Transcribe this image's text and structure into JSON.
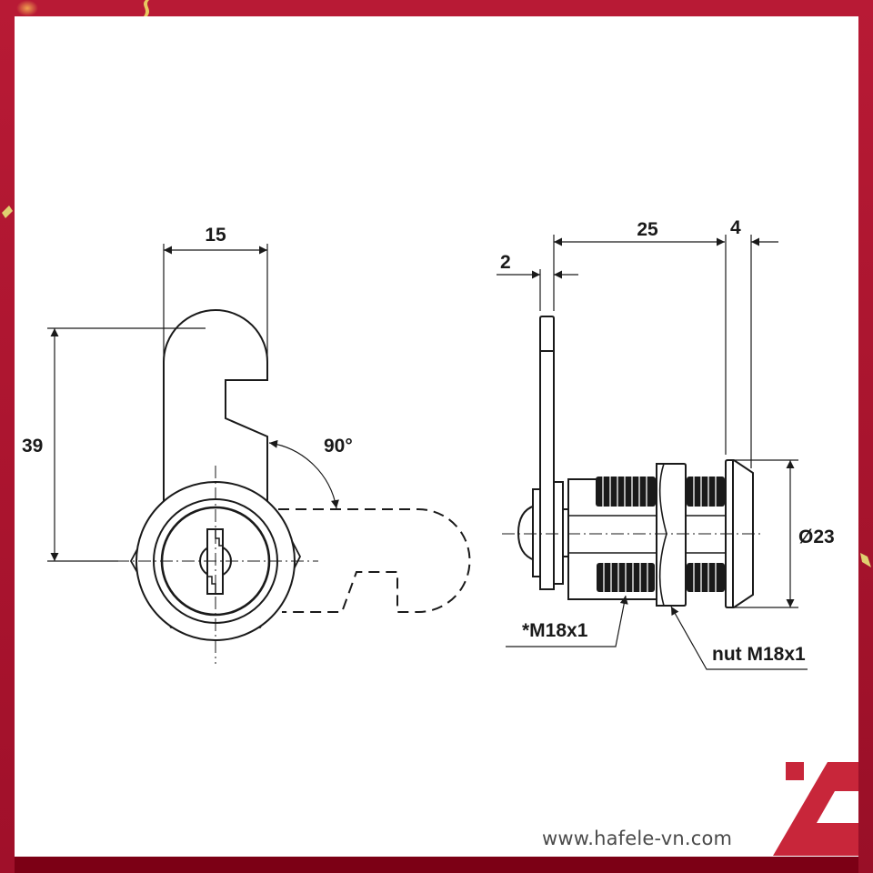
{
  "colors": {
    "frame": "#B81A35",
    "frame_dark": "#7C0015",
    "logo": "#C8263A",
    "line": "#1a1a1a",
    "confetti": "#E8C860"
  },
  "front_view": {
    "width_dim": "15",
    "height_dim": "39",
    "rotation_dim": "90°"
  },
  "side_view": {
    "lever_thickness_dim": "2",
    "body_length_dim": "25",
    "flange_dim": "4",
    "diameter_dim": "Ø23",
    "thread_label": "*M18x1",
    "nut_label": "nut M18x1"
  },
  "footer": {
    "website": "www.hafele-vn.com",
    "logo_icon": "hafele-a-logo"
  }
}
